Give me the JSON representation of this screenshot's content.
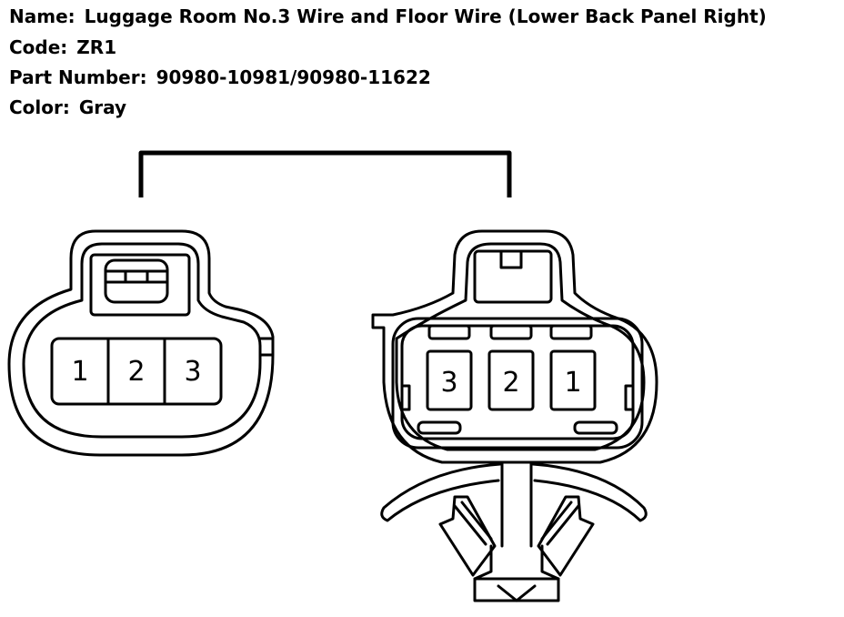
{
  "header": {
    "name_label": "Name:",
    "name_value": "Luggage Room No.3 Wire and Floor Wire (Lower Back Panel Right)",
    "code_label": "Code:",
    "code_value": "ZR1",
    "part_label": "Part Number:",
    "part_value": "90980-10981/90980-11622",
    "color_label": "Color:",
    "color_value": "Gray"
  },
  "connectors": {
    "left": {
      "pins": [
        "1",
        "2",
        "3"
      ]
    },
    "right": {
      "pins": [
        "3",
        "2",
        "1"
      ]
    }
  },
  "colors": {
    "stroke": "#000000",
    "background": "#ffffff"
  }
}
